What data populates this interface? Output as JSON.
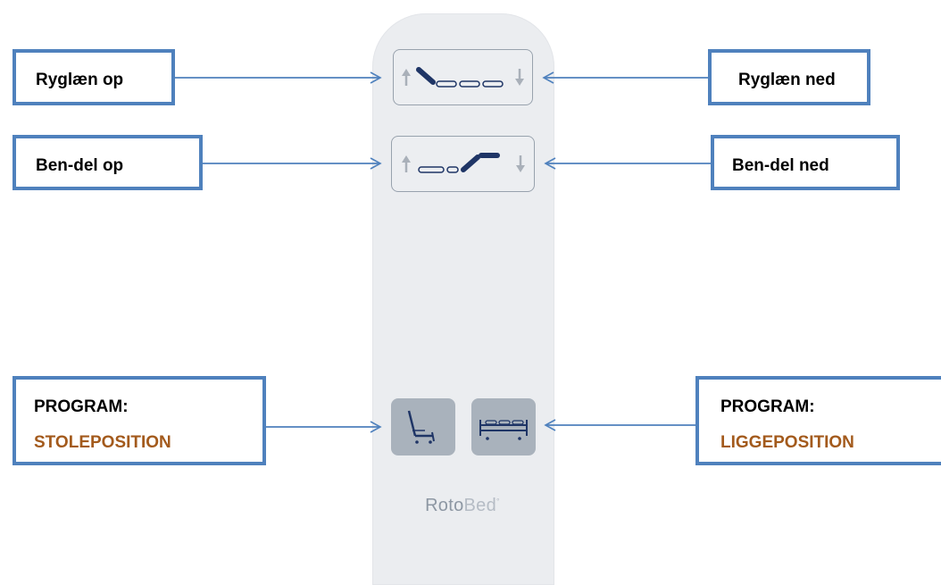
{
  "callouts": {
    "back_up": "Ryglæn op",
    "back_down": "Ryglæn ned",
    "leg_up": "Ben-del op",
    "leg_down": "Ben-del ned",
    "chair_program_title": "PROGRAM:",
    "chair_program_value": "STOLEPOSITION",
    "lie_program_title": "PROGRAM:",
    "lie_program_value": "LIGGEPOSITION"
  },
  "remote": {
    "brand_bold": "Roto",
    "brand_light": "Bed",
    "brand_mark": "°",
    "buttons": [
      {
        "name": "backrest",
        "icon": "backrest-icon"
      },
      {
        "name": "legrest",
        "icon": "legrest-icon"
      },
      {
        "name": "chair-position",
        "icon": "chair-icon"
      },
      {
        "name": "lie-position",
        "icon": "bed-icon"
      }
    ]
  },
  "colors": {
    "callout_border": "#4f81bd",
    "arrow": "#4f81bd",
    "program_accent": "#a35a1c",
    "icon_dark": "#1f3566",
    "remote_body": "#ebedf0"
  }
}
